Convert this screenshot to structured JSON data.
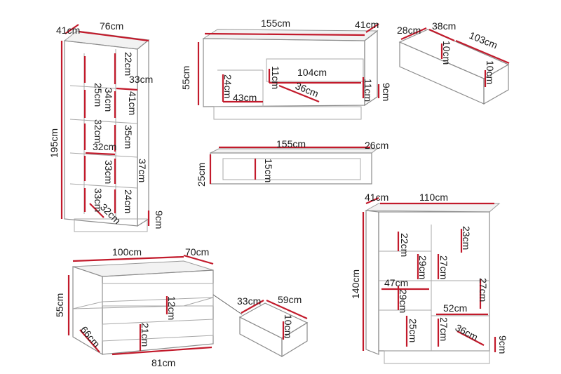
{
  "colors": {
    "dimension_line": "#c21a2b",
    "outline": "#8c8c8c",
    "text": "#1a1a1a"
  },
  "tall_cabinet": {
    "depth": "41cm",
    "width": "76cm",
    "height": "195cm",
    "plinth": "9cm",
    "shelves_left": [
      "25cm",
      "34cm",
      "32cm",
      "33cm",
      "33cm"
    ],
    "shelves_right": [
      "22cm",
      "41cm",
      "35cm",
      "37cm",
      "24cm"
    ],
    "inner_width_right": "33cm",
    "inner_width": "32cm",
    "drawer_depth": "32cm"
  },
  "tv_bench": {
    "width": "155cm",
    "depth": "41cm",
    "height": "55cm",
    "plinth": "9cm",
    "left_compartment_h": "24cm",
    "left_compartment_w": "43cm",
    "drawer_h": "11cm",
    "drawer_w": "104cm",
    "drawer_depth": "36cm",
    "right_compartment_h": "11cm"
  },
  "tv_drawer": {
    "width": "28cm",
    "depth": "38cm",
    "length": "103cm",
    "inner_h": "10cm",
    "side_h": "10cm"
  },
  "wall_shelf": {
    "width": "155cm",
    "depth": "26cm",
    "height": "25cm",
    "inner_h": "15cm"
  },
  "coffee_table": {
    "width": "100cm",
    "depth": "70cm",
    "height": "55cm",
    "side_depth": "66cm",
    "inner_h": "12cm",
    "lower_h": "21cm",
    "inner_w": "81cm"
  },
  "coffee_drawer": {
    "width": "33cm",
    "depth": "59cm",
    "height": "10cm"
  },
  "sideboard": {
    "depth": "41cm",
    "width": "110cm",
    "height": "140cm",
    "plinth": "9cm",
    "left_shelves": [
      "22cm",
      "29cm",
      "29cm",
      "25cm"
    ],
    "right_shelves": [
      "23cm",
      "27cm",
      "27cm",
      "27cm"
    ],
    "left_width": "47cm",
    "right_width": "52cm",
    "drawer_depth": "36cm"
  }
}
